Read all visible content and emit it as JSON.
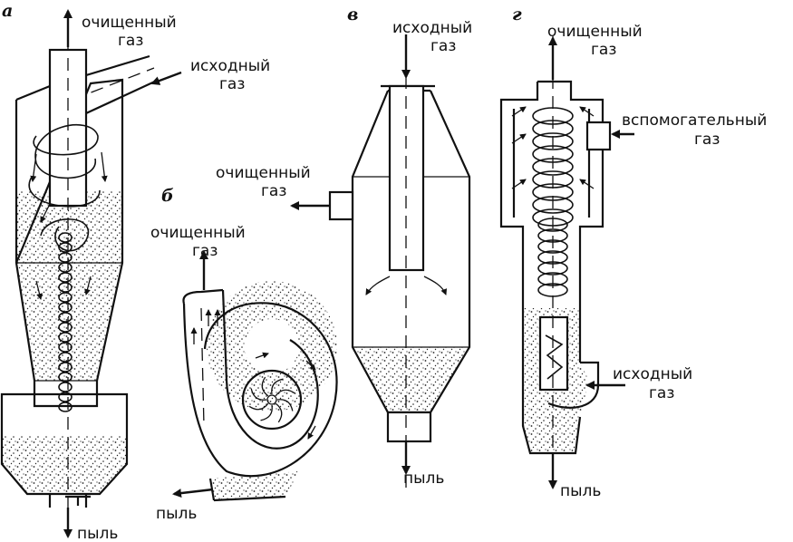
{
  "diagrams": {
    "a": {
      "letter": "а",
      "top_out_1": "очищенный",
      "top_out_2": "газ",
      "in_1": "исходный",
      "in_2": "газ",
      "bottom_out": "пыль"
    },
    "b": {
      "letter": "б",
      "out_1": "очищенный",
      "out_2": "газ",
      "bottom_out": "пыль"
    },
    "v": {
      "letter": "в",
      "in_1": "исходный",
      "in_2": "газ",
      "side_out_1": "очищенный",
      "side_out_2": "газ",
      "bottom_out": "пыль"
    },
    "g": {
      "letter": "г",
      "top_out_1": "очищенный",
      "top_out_2": "газ",
      "aux_1": "вспомогательный",
      "aux_2": "газ",
      "in_1": "исходный",
      "in_2": "газ",
      "bottom_out": "пыль"
    }
  }
}
